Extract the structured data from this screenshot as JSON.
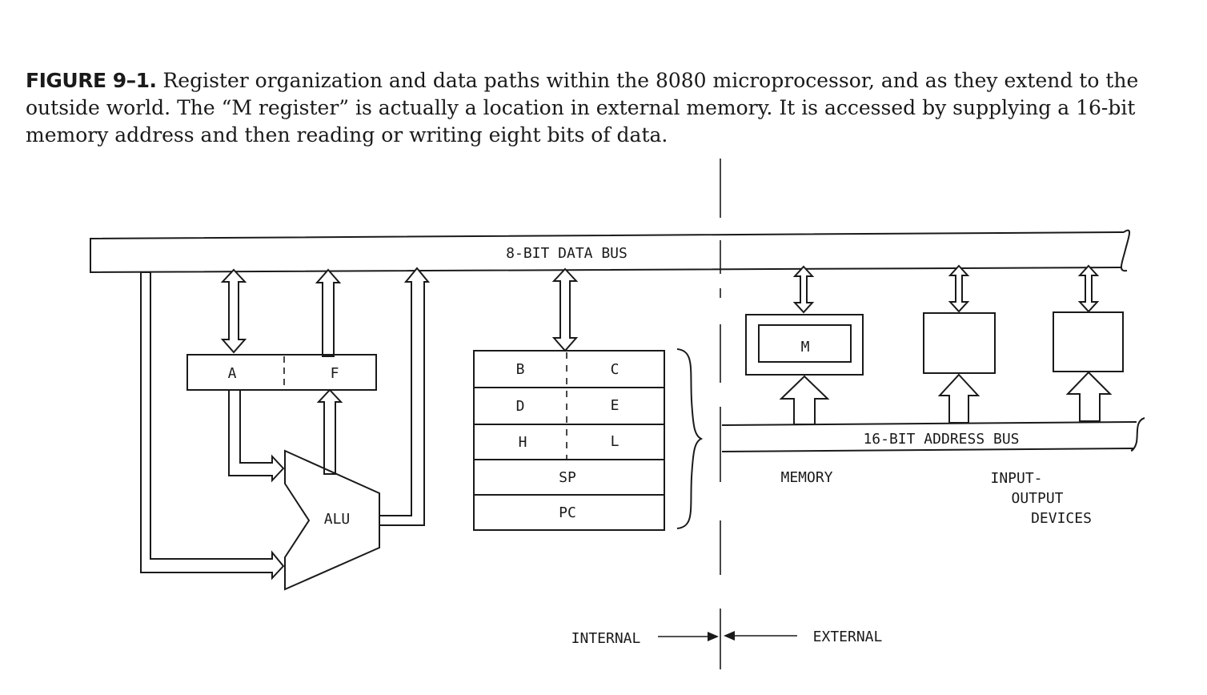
{
  "caption": {
    "figure_label": "FIGURE 9–1.",
    "text": "Register organization and data paths within the 8080 microprocessor, and as they extend to the outside world. The “M register” is actually a location in external memory. It is accessed by supplying a 16-bit memory address and then reading or writing eight bits of data."
  },
  "diagram": {
    "data_bus_label": "8-BIT DATA BUS",
    "address_bus_label": "16-BIT ADDRESS BUS",
    "register_a": "A",
    "register_f": "F",
    "alu_label": "ALU",
    "register_b": "B",
    "register_c": "C",
    "register_d": "D",
    "register_e": "E",
    "register_h": "H",
    "register_l": "L",
    "register_sp": "SP",
    "register_pc": "PC",
    "memory_register": "M",
    "memory_label": "MEMORY",
    "io_label_line1": "INPUT-",
    "io_label_line2": "OUTPUT",
    "io_label_line3": "DEVICES",
    "internal_label": "INTERNAL",
    "external_label": "EXTERNAL"
  }
}
